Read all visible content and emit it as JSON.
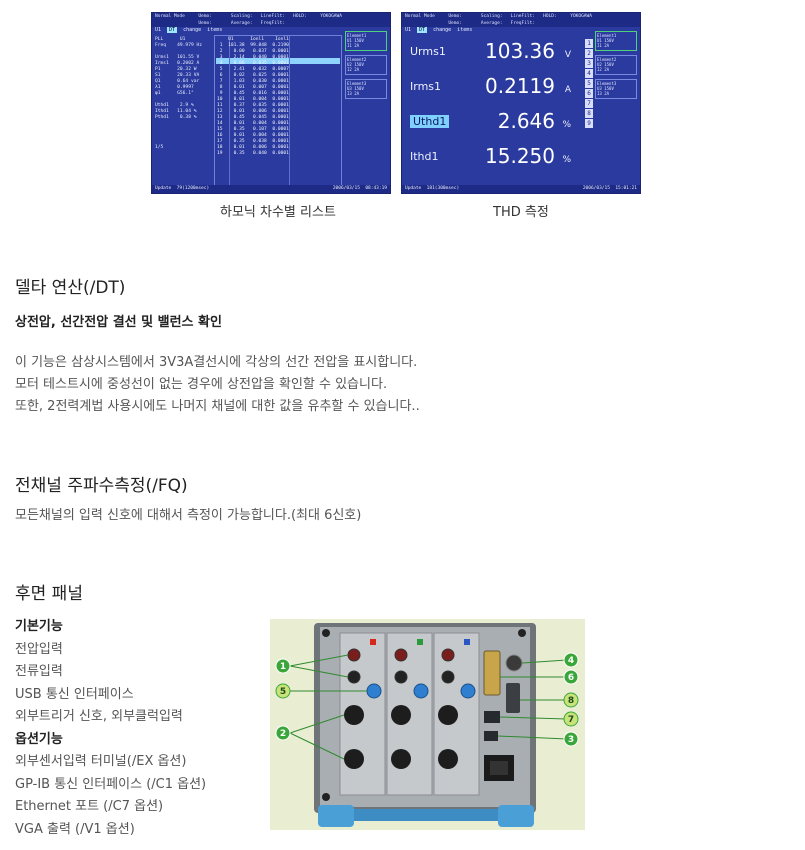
{
  "screenshots": {
    "harmonic": {
      "header": "Normal Mode     Uemo:       Scaling:   LineFilt:   HOLD:     YOKOGAWA",
      "header2": "                Uemo:       Average:   FreqFilt:",
      "tabs_prefix": "U1  ",
      "tabs_sel": "DT",
      "tabs_suffix": "  change  items",
      "left_block": "PLL      U1\nFreq    49.979 Hz\n\nUrms1   101.55 V\nIrms1   0.2002 A\nP1      20.32 W\nS1      20.33 VA\nQ1      0.64 var\nλ1      0.9997\nφ1      G56.1°\n\nUthd1    2.9 %\nIthd1   11.04 %\nPthd1    0.38 %",
      "table_text": "    U1      Ionl1    Ionl1\n 1  101.38  99.848  0.2190\n 2    0.00   0.037  0.0001\n 3    2.14   0.040  0.0001\n 4    0.00   0.035  0.0001\n 5    2.41   0.032  0.0007\n 6    0.02   0.025  0.0001\n 7    1.03   0.030  0.0001\n 8    0.01   0.007  0.0001\n 9    0.45   0.016  0.0001\n10    0.01   0.004  0.0001\n11    0.37   0.035  0.0001\n12    0.01   0.006  0.0001\n13    0.45   0.045  0.0001\n14    0.01   0.004  0.0001\n15    0.35   0.107  0.0001\n16    0.01   0.004  0.0001\n17    0.35   0.038  0.0001\n18    0.01   0.006  0.0001\n19    0.35   0.040  0.0001",
      "footer_left": "Update  79(1200msec)",
      "footer_right": "2006/03/15  08:43:19",
      "side_boxes": [
        {
          "title": "Element1",
          "l1": "U1  150V",
          "l2": "I1  2A"
        },
        {
          "title": "Element2",
          "l1": "U2  150V",
          "l2": "I2  2A"
        },
        {
          "title": "Element3",
          "l1": "U3  150V",
          "l2": "I3  2A"
        }
      ],
      "page_indicator": "1/5"
    },
    "thd": {
      "header": "Normal Mode     Uemo:       Scaling:   LineFilt:   HOLD:     YOKOGAWA",
      "header2": "                Uemo:       Average:   FreqFilt:",
      "tabs_prefix": "U1  ",
      "tabs_sel": "DT",
      "tabs_suffix": "  change  items",
      "rows": [
        {
          "label": "Urms1",
          "value": "103.36",
          "unit": "V"
        },
        {
          "label": "Irms1",
          "value": "0.2119",
          "unit": "A"
        },
        {
          "label": "Uthd1",
          "value": "2.646",
          "unit": "%"
        },
        {
          "label": "Ithd1",
          "value": "15.250",
          "unit": "%"
        }
      ],
      "ladder": [
        "1",
        "2",
        "3",
        "4",
        "5",
        "6",
        "7",
        "8",
        "9"
      ],
      "side_boxes": [
        {
          "title": "Element1",
          "l1": "U1  150V",
          "l2": "I1  2A"
        },
        {
          "title": "Element2",
          "l1": "U2  150V",
          "l2": "I2  2A"
        },
        {
          "title": "Element3",
          "l1": "U3  150V",
          "l2": "I3  2A"
        }
      ],
      "footer_left": "Update  181(300msec)",
      "footer_right": "2006/03/15  15:01:21"
    }
  },
  "captions": {
    "harmonic": "하모닉 차수별 리스트",
    "thd": "THD 측정"
  },
  "delta": {
    "title": "델타 연산(/DT)",
    "subtitle": "상전압, 선간전압 결선 및 밸런스 확인",
    "lines": [
      "이 기능은 삼상시스템에서 3V3A결선시에 각상의 선간 전압을 표시합니다.",
      "모터 테스트시에 중성선이 없는 경우에 상전압을 확인할 수 있습니다.",
      "또한, 2전력계법 사용시에도 나머지 채널에 대한 값을 유추할 수 있습니다.."
    ]
  },
  "freq": {
    "title": "전채널 주파수측정(/FQ)",
    "line": "모든채널의 입력 신호에 대해서 측정이 가능합니다.(최대 6신호)"
  },
  "rear": {
    "title": "후면 패널",
    "basic_title": "기본기능",
    "basic": [
      "전압입력",
      "전류입력",
      "USB 통신 인터페이스",
      "외부트리거 신호, 외부클럭입력"
    ],
    "option_title": "옵션기능",
    "options": [
      "외부센서입력 터미널(/EX 옵션)",
      "GP-IB 통신 인터페이스 (/C1 옵션)",
      "Ethernet 포트 (/C7 옵션)",
      "VGA 출력 (/V1 옵션)"
    ],
    "callouts": [
      "1",
      "2",
      "5",
      "4",
      "6",
      "8",
      "7",
      "3"
    ]
  }
}
